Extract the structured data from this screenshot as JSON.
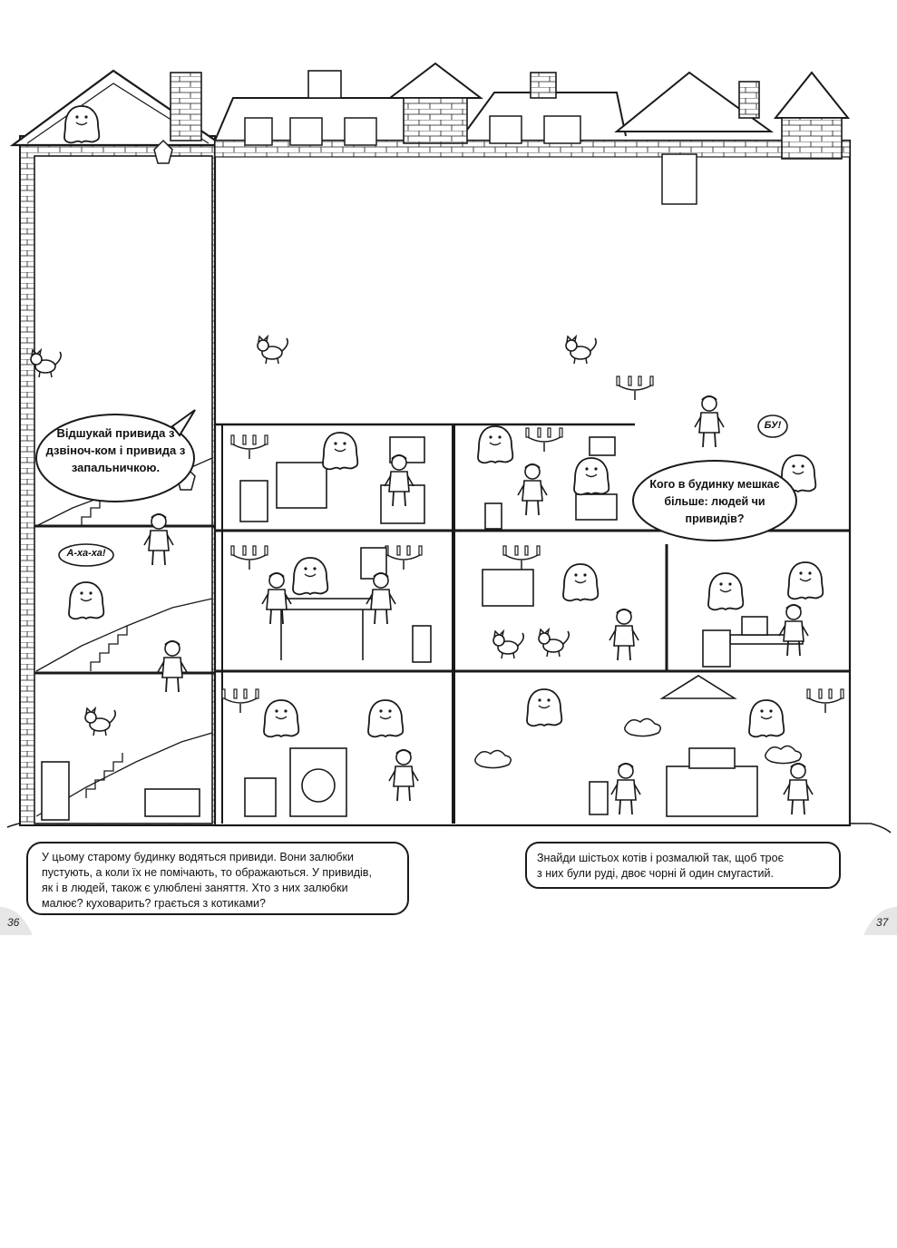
{
  "bubbles": {
    "find_ghost": "Відшукай привида з дзвіноч-ком і привида з запальничкою.",
    "who_more": "Кого в будинку мешкає більше: людей чи привидів?",
    "laugh": "А-ха-ха!",
    "boo": "БУ!"
  },
  "captions": {
    "left_line1": "У цьому старому будинку водяться привиди. Вони залюбки",
    "left_line2": "пустують, а коли їх не помічають, то ображаються. У привидів,",
    "left_line3": "як і в людей, також є улюблені заняття. Хто з них залюбки",
    "left_line4": "малює? куховарить? грається з котиками?",
    "right_line1": "Знайди шістьох котів і розмалюй так, щоб троє",
    "right_line2": "з них були руді, двоє чорні й один смугастий."
  },
  "pages": {
    "left": "36",
    "right": "37"
  },
  "colors": {
    "ink": "#1a1a1a",
    "paper": "#ffffff",
    "page_tab": "#e6e6e6"
  },
  "icons": [
    "ghost-icon",
    "cat-icon",
    "person-icon",
    "lamp-icon",
    "chandelier-icon"
  ]
}
